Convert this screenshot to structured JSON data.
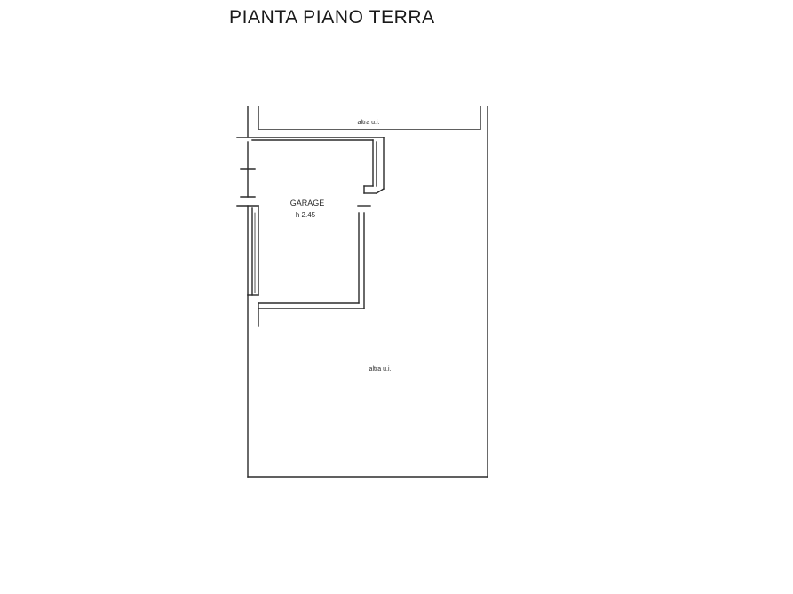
{
  "title": "PIANTA PIANO TERRA",
  "labels": {
    "top_strip": "altra u.i.",
    "garage_name": "GARAGE",
    "garage_height": "h 2.45",
    "large_area": "altra u.i."
  },
  "colors": {
    "line": "#2b2b2b",
    "background": "#ffffff"
  }
}
